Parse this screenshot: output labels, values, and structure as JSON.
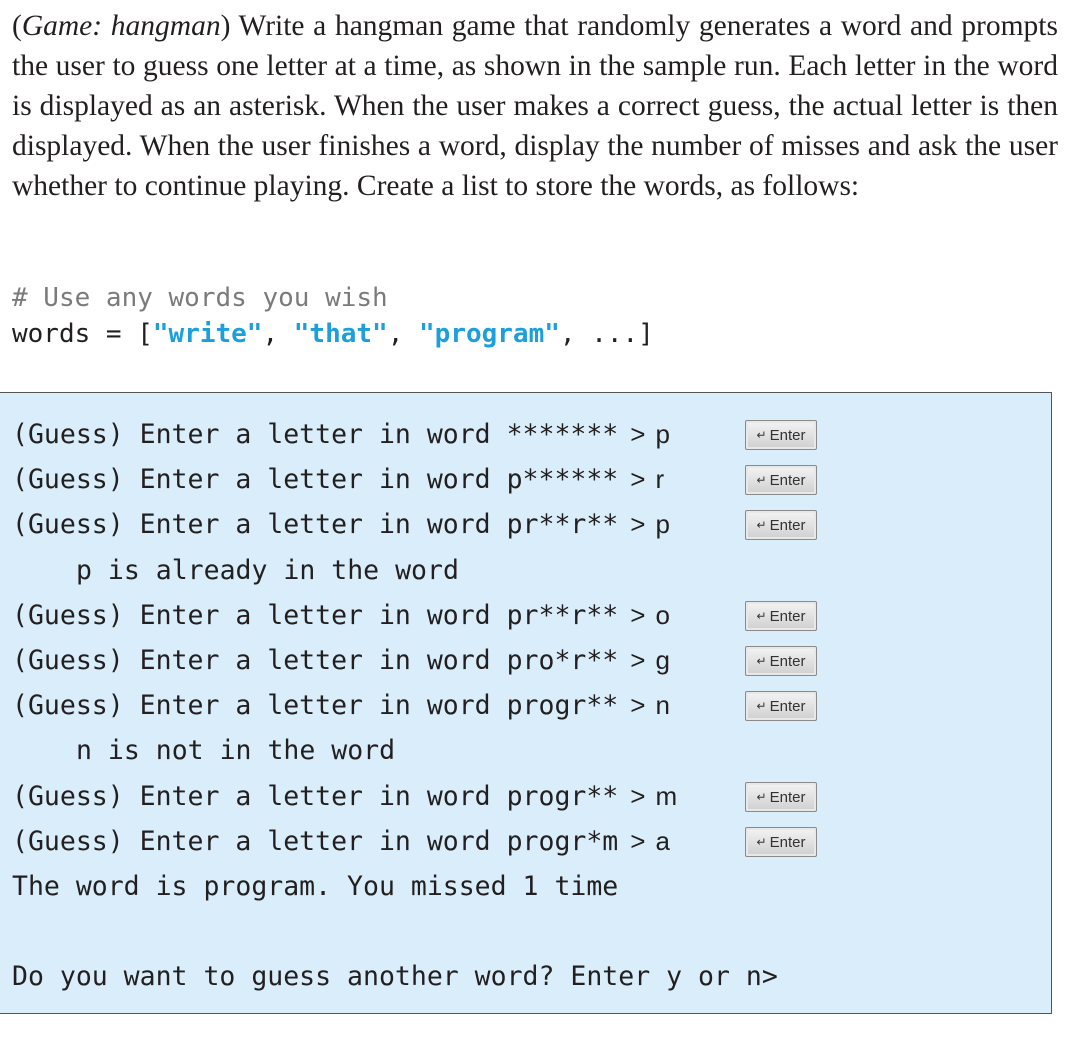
{
  "problem": {
    "prefix": "(",
    "title_italic": "Game: hangman",
    "suffix": ")",
    "body": " Write a hangman game that randomly generates a word and prompts the user to guess one letter at a time, as shown in the sample run. Each letter in the word is displayed as an asterisk. When the user makes a correct guess, the actual letter is then displayed. When the user finishes a word, display the number of misses and ask the user whether to continue playing. Create a list to store the words, as follows:"
  },
  "code": {
    "comment": "# Use any words you wish",
    "assign": "words = [",
    "w1": "\"write\"",
    "sep1": ", ",
    "w2": "\"that\"",
    "sep2": ", ",
    "w3": "\"program\"",
    "rest": ", ...]"
  },
  "enter_key_label": "Enter",
  "enter_key_symbol": "↵",
  "console": {
    "lines": [
      {
        "prompt": "(Guess) Enter a letter in word *******",
        "gt": ">",
        "input": "p"
      },
      {
        "prompt": "(Guess) Enter a letter in word p******",
        "gt": ">",
        "input": "r"
      },
      {
        "prompt": "(Guess) Enter a letter in word pr**r**",
        "gt": ">",
        "input": "p"
      },
      {
        "message": "p is already in the word"
      },
      {
        "prompt": "(Guess) Enter a letter in word pr**r**",
        "gt": ">",
        "input": "o"
      },
      {
        "prompt": "(Guess) Enter a letter in word pro*r**",
        "gt": ">",
        "input": "g"
      },
      {
        "prompt": "(Guess) Enter a letter in word progr**",
        "gt": ">",
        "input": "n"
      },
      {
        "message": "n is not in the word"
      },
      {
        "prompt": "(Guess) Enter a letter in word progr**",
        "gt": ">",
        "input": "m"
      },
      {
        "prompt": "(Guess) Enter a letter in word progr*m",
        "gt": ">",
        "input": "a"
      },
      {
        "message": "The word is program. You missed 1 time"
      },
      {
        "message": ""
      },
      {
        "message": "Do you want to guess another word? Enter y or n>"
      }
    ]
  }
}
